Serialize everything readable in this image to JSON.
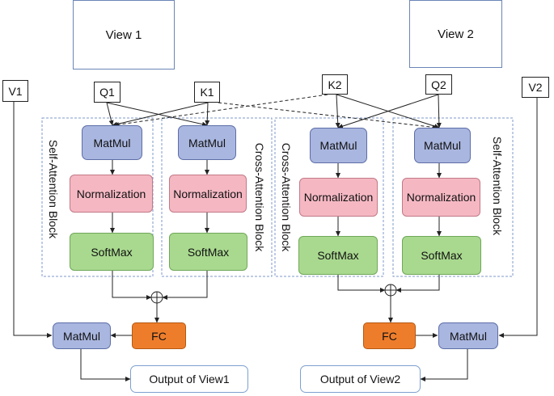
{
  "views": {
    "view1": "View 1",
    "view2": "View 2"
  },
  "inputs": {
    "v1": "V1",
    "q1": "Q1",
    "k1": "K1",
    "k2": "K2",
    "q2": "Q2",
    "v2": "V2"
  },
  "blocks": {
    "self1": "Self-Attention Block",
    "cross1": "Cross-Attention Block",
    "cross2": "Cross-Attention Block",
    "self2": "Self-Attention Block"
  },
  "ops": {
    "matmul": "MatMul",
    "normalization": "Normalization",
    "softmax": "SoftMax",
    "fc": "FC"
  },
  "outputs": {
    "out1": "Output of View1",
    "out2": "Output of View2"
  },
  "colors": {
    "matmul": "#a9b6df",
    "normalization": "#f5b8c3",
    "softmax": "#a9d98f",
    "fc": "#ee7d2b",
    "block_border": "#7f9acb"
  }
}
